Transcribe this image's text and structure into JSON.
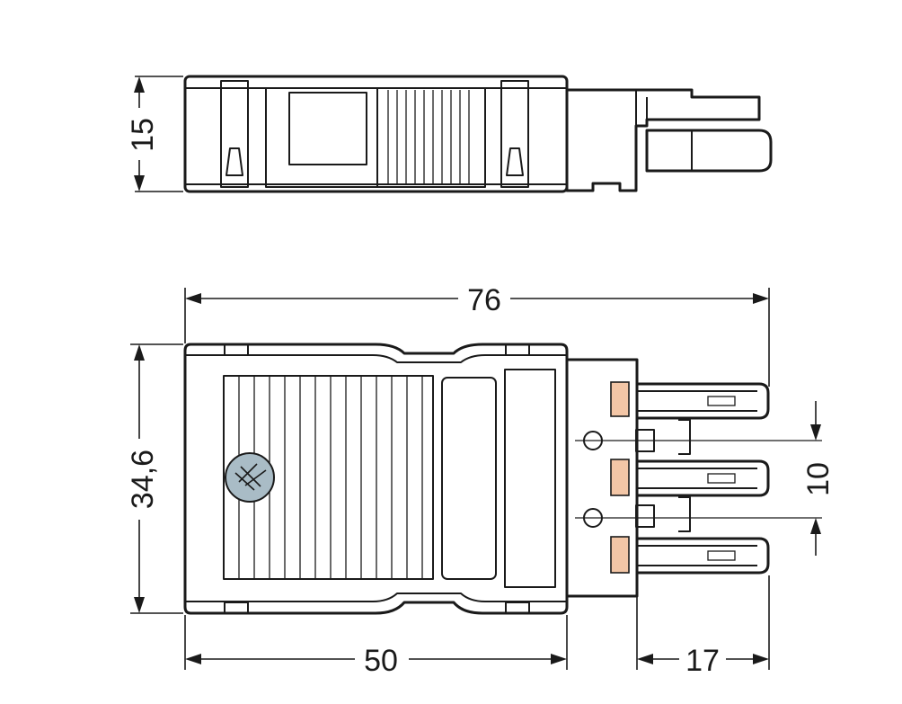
{
  "drawing": {
    "top_view": {
      "height_label": "15"
    },
    "front_view": {
      "overall_length_label": "76",
      "body_length_label": "50",
      "height_label": "34,6",
      "pin_length_label": "17",
      "pitch_label": "10"
    },
    "colors": {
      "line": "#1a1a1a",
      "pin_marker": "#f3c6a6",
      "screw": "#a9bcc6"
    }
  }
}
